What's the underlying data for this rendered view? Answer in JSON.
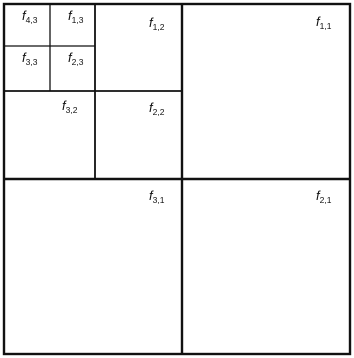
{
  "cells": [
    {
      "id": "f11",
      "base": "f",
      "sub": "1,1"
    },
    {
      "id": "f21",
      "base": "f",
      "sub": "2,1"
    },
    {
      "id": "f31",
      "base": "f",
      "sub": "3,1"
    },
    {
      "id": "f12",
      "base": "f",
      "sub": "1,2"
    },
    {
      "id": "f22",
      "base": "f",
      "sub": "2,2"
    },
    {
      "id": "f32",
      "base": "f",
      "sub": "3,2"
    },
    {
      "id": "f43",
      "base": "f",
      "sub": "4,3"
    },
    {
      "id": "f13",
      "base": "f",
      "sub": "1,3"
    },
    {
      "id": "f33",
      "base": "f",
      "sub": "3,3"
    },
    {
      "id": "f23",
      "base": "f",
      "sub": "2,3"
    }
  ],
  "colors": {
    "line": "#111111",
    "background": "#ffffff"
  }
}
